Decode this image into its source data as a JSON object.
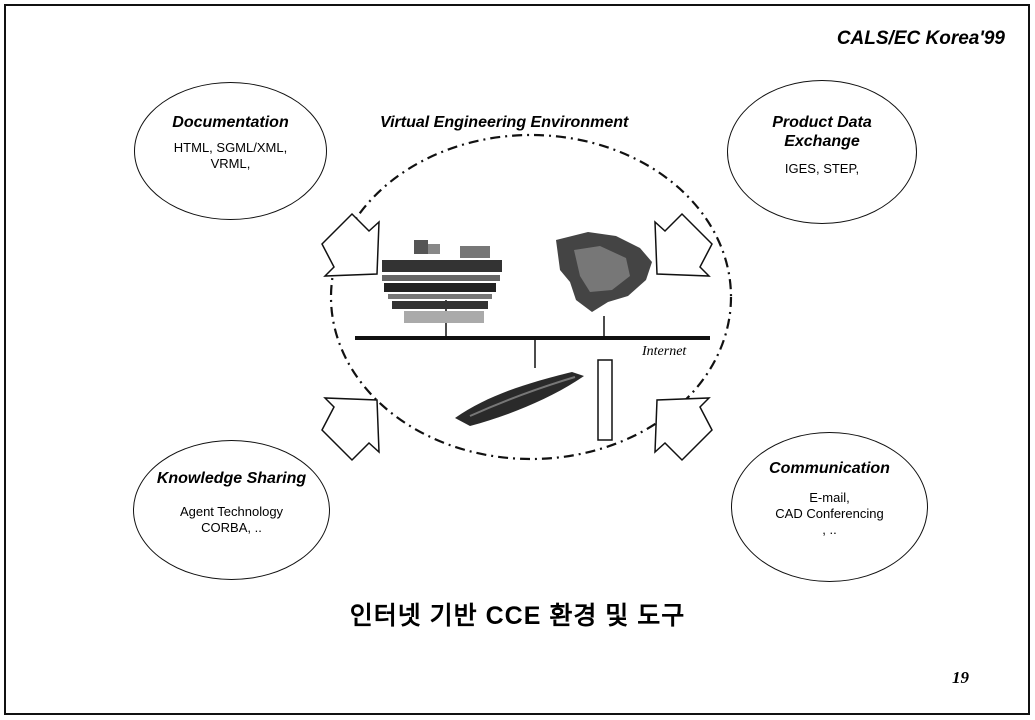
{
  "header": {
    "brand": "CALS/EC Korea'99"
  },
  "diagram": {
    "title": "Virtual  Engineering Environment",
    "network_label": "Internet",
    "bubbles": {
      "documentation": {
        "title": "Documentation",
        "lines": [
          "HTML, SGML/XML,",
          "VRML,"
        ]
      },
      "product_data": {
        "title_line1": "Product Data",
        "title_line2": "Exchange",
        "lines": [
          "IGES, STEP,"
        ]
      },
      "knowledge": {
        "title": "Knowledge Sharing",
        "lines": [
          "Agent Technology",
          "CORBA, .."
        ]
      },
      "communication": {
        "title": "Communication",
        "lines": [
          "E-mail,",
          "CAD Conferencing",
          ", .."
        ]
      }
    }
  },
  "footer": {
    "caption": "인터넷 기반 CCE 환경 및 도구",
    "page_number": "19"
  },
  "colors": {
    "ink": "#111111",
    "paper": "#ffffff"
  }
}
